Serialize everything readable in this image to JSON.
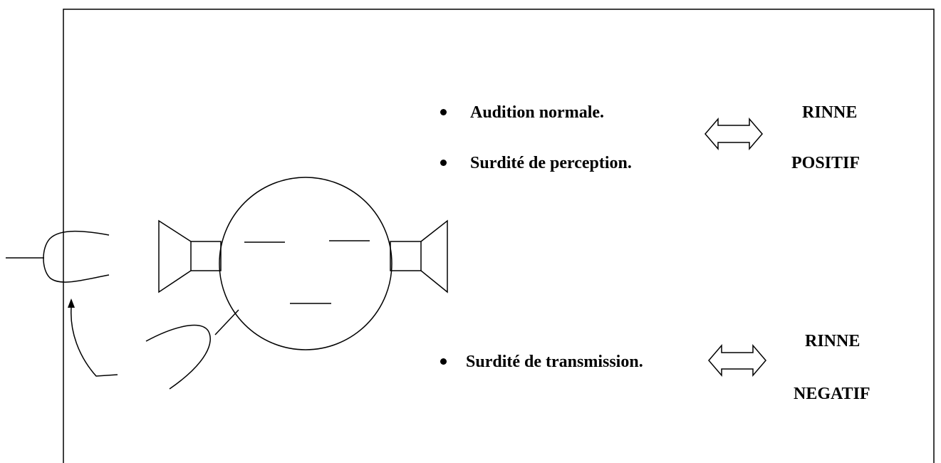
{
  "group_top": {
    "items": [
      "Audition normale.",
      "Surdité de perception."
    ],
    "result_line1": "RINNE",
    "result_line2": "POSITIF"
  },
  "group_bottom": {
    "items": [
      "Surdité de transmission."
    ],
    "result_line1": "RINNE",
    "result_line2": "NEGATIF"
  },
  "icons": [
    "double-arrow-icon",
    "tuning-fork-icon",
    "ear-icon",
    "finger-icon",
    "face-icon",
    "speaker-icon"
  ],
  "colors": {
    "stroke": "#000000",
    "background": "#ffffff"
  }
}
